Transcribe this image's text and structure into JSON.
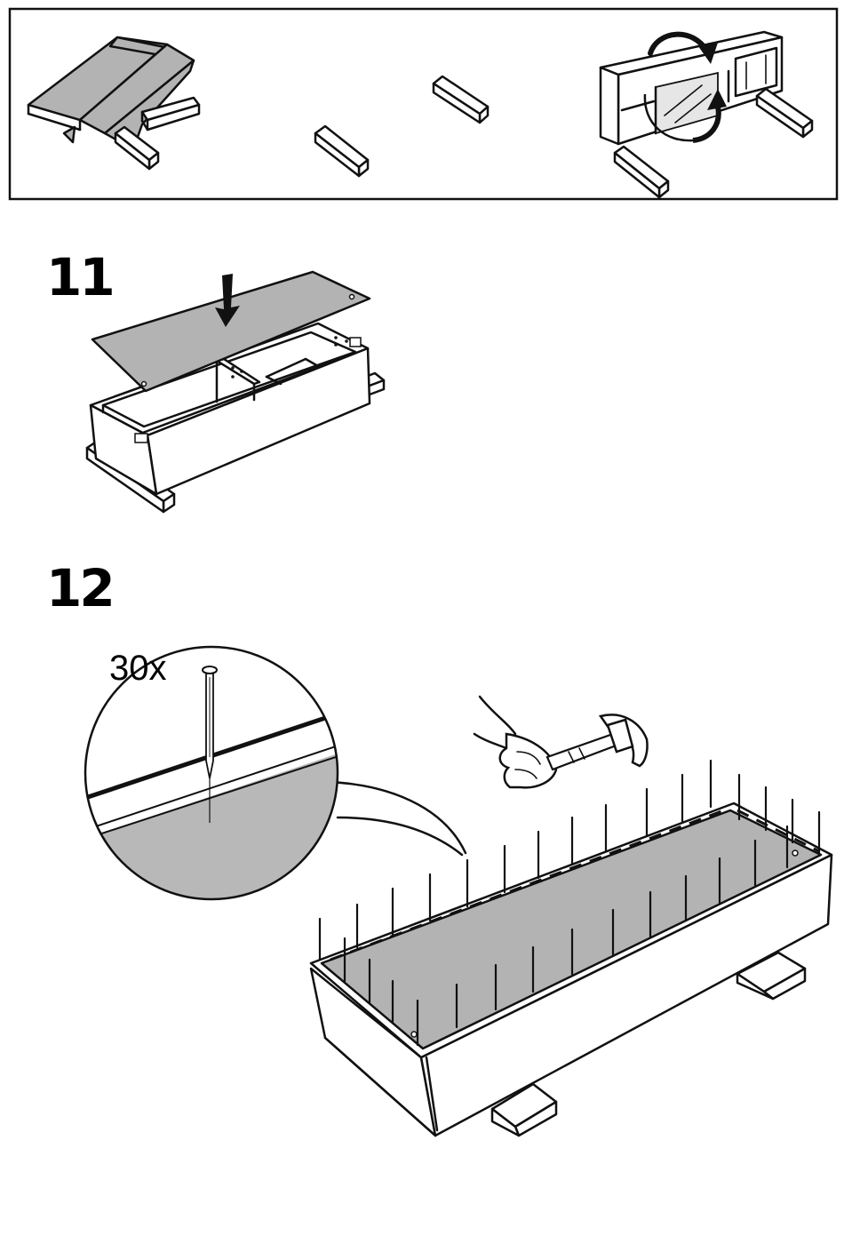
{
  "steps": [
    {
      "number": "11"
    },
    {
      "number": "12",
      "quantity_label": "30x"
    }
  ],
  "colors": {
    "line": "#111111",
    "panel": "#b3b3b3",
    "background": "#ffffff"
  },
  "icons": [
    "rotate-arrow-icon",
    "down-arrow-icon",
    "hammer-icon",
    "nail-icon"
  ]
}
